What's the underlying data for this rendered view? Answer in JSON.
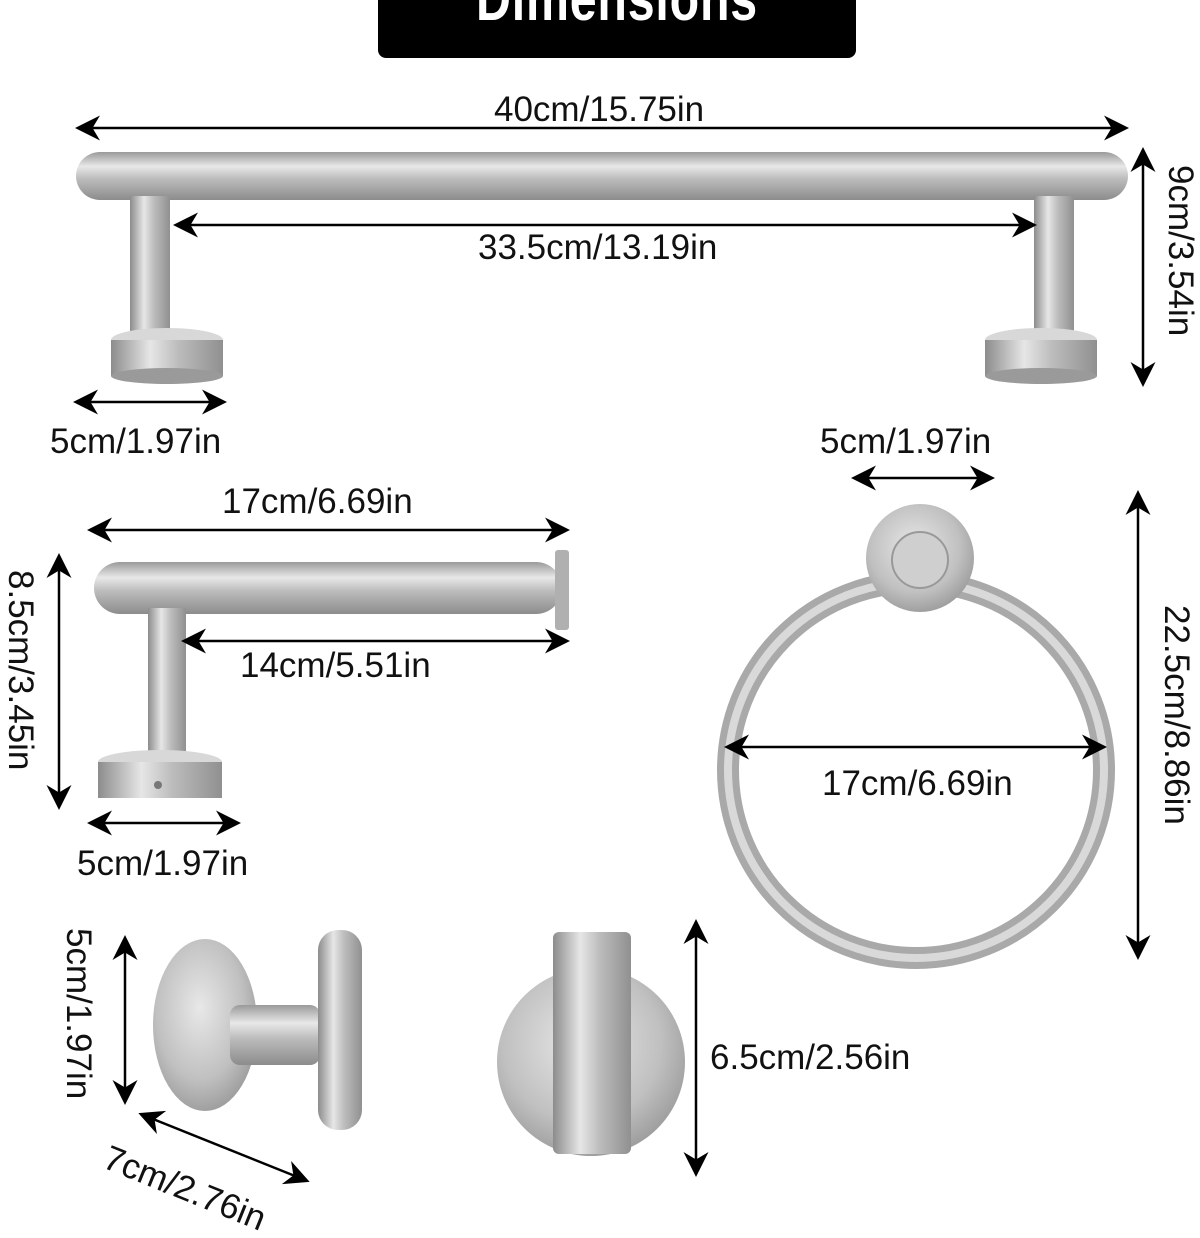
{
  "banner": {
    "title": "Dimensions",
    "background": "#000000",
    "text_color": "#ffffff"
  },
  "towel_bar": {
    "overall_length": "40cm/15.75in",
    "inner_length": "33.5cm/13.19in",
    "projection": "9cm/3.54in",
    "base_diameter": "5cm/1.97in"
  },
  "paper_holder": {
    "overall_length": "17cm/6.69in",
    "rod_length": "14cm/5.51in",
    "height": "8.5cm/3.45in",
    "base_diameter": "5cm/1.97in"
  },
  "towel_ring": {
    "base_diameter": "5cm/1.97in",
    "inner_diameter": "17cm/6.69in",
    "height": "22.5cm/8.86in"
  },
  "robe_hook_side": {
    "base_diameter": "5cm/1.97in",
    "projection": "7cm/2.76in"
  },
  "robe_hook_front": {
    "height": "6.5cm/2.56in"
  },
  "colors": {
    "metal_light": "#e4e4e4",
    "metal_mid": "#b8b8b8",
    "metal_dark": "#8a8a8a",
    "arrow": "#000000"
  }
}
